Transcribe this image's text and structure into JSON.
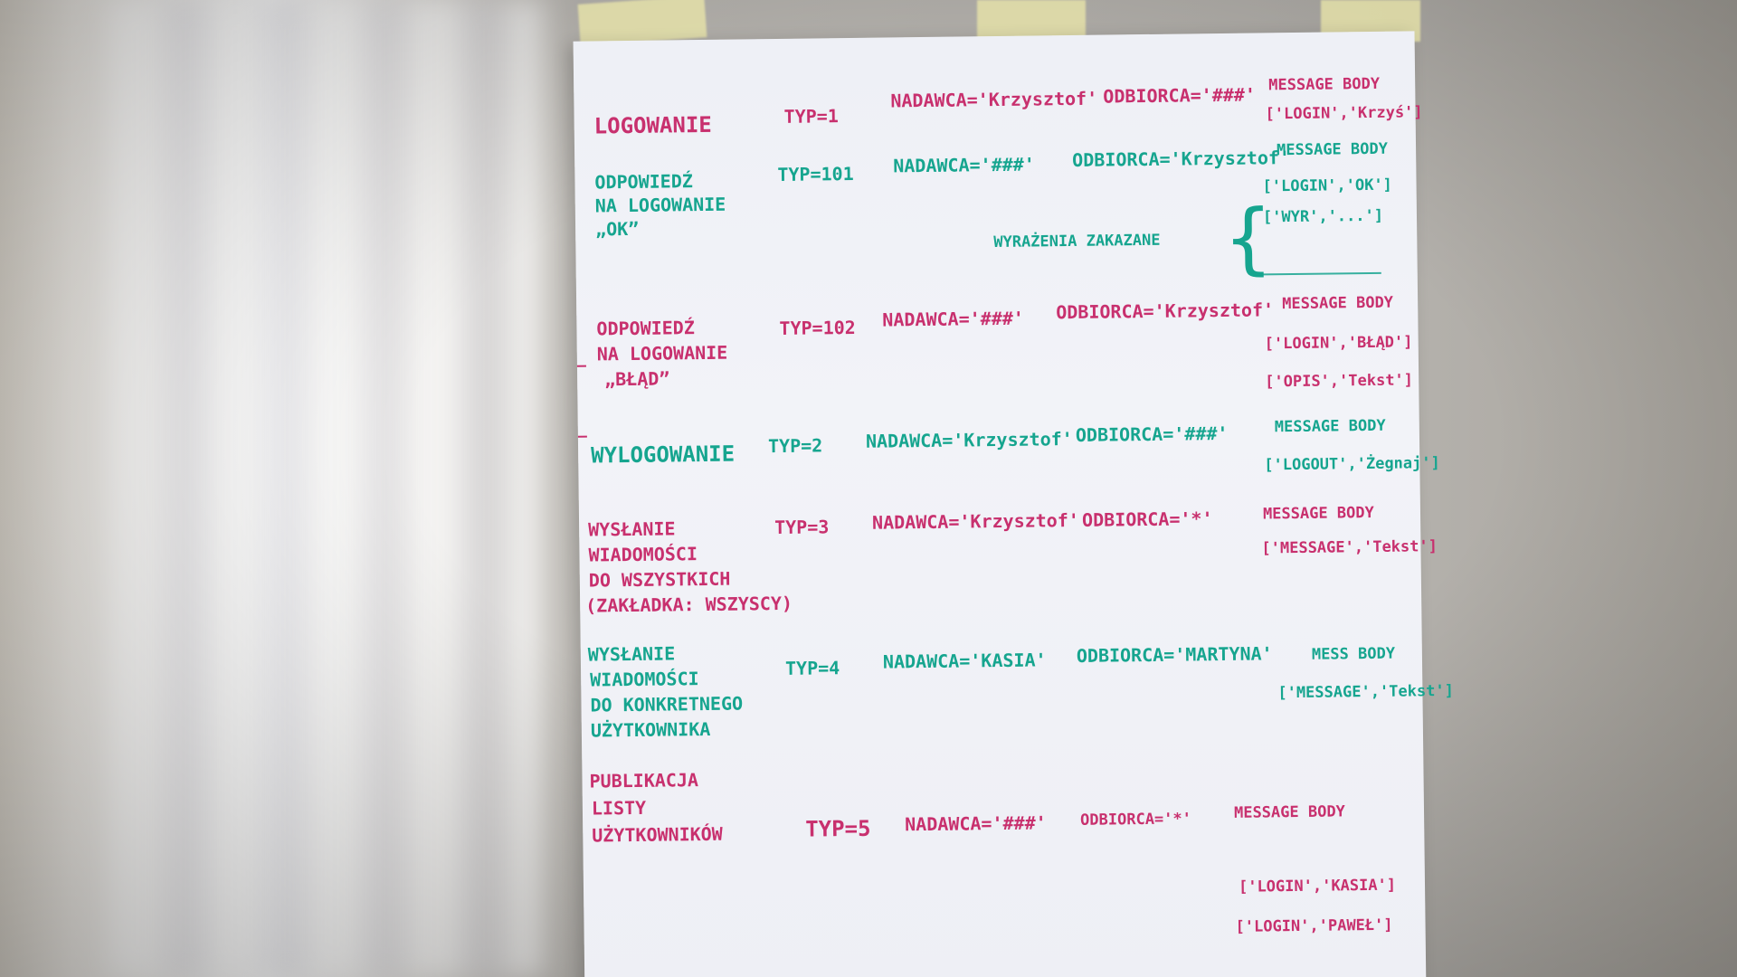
{
  "rows": [
    {
      "label_lines": [
        "LOGOWANIE"
      ],
      "typ": "TYP=1",
      "nadawca": "NADAWCA='Krzysztof'",
      "odbiorca": "ODBIORCA='###'",
      "body_label": "MESSAGE BODY",
      "body_lines": [
        "['LOGIN','Krzyś']"
      ]
    },
    {
      "label_lines": [
        "ODPOWIEDŹ",
        "NA LOGOWANIE",
        "„OK”"
      ],
      "typ": "TYP=101",
      "nadawca": "NADAWCA='###'",
      "odbiorca": "ODBIORCA='Krzysztof'",
      "body_label": "MESSAGE BODY",
      "body_lines": [
        "['LOGIN','OK']",
        "['WYR','...']"
      ],
      "note": "WYRAŻENIA ZAKAZANE"
    },
    {
      "label_lines": [
        "ODPOWIEDŹ",
        "NA LOGOWANIE",
        "„BŁĄD”"
      ],
      "typ": "TYP=102",
      "nadawca": "NADAWCA='###'",
      "odbiorca": "ODBIORCA='Krzysztof'",
      "body_label": "MESSAGE BODY",
      "body_lines": [
        "['LOGIN','BŁĄD']",
        "['OPIS','Tekst']"
      ]
    },
    {
      "label_lines": [
        "WYLOGOWANIE"
      ],
      "typ": "TYP=2",
      "nadawca": "NADAWCA='Krzysztof'",
      "odbiorca": "ODBIORCA='###'",
      "body_label": "MESSAGE BODY",
      "body_lines": [
        "['LOGOUT','Żegnaj']"
      ]
    },
    {
      "label_lines": [
        "WYSŁANIE",
        "WIADOMOŚCI",
        "DO WSZYSTKICH",
        "(ZAKŁADKA: WSZYSCY)"
      ],
      "typ": "TYP=3",
      "nadawca": "NADAWCA='Krzysztof'",
      "odbiorca": "ODBIORCA='*'",
      "body_label": "MESSAGE BODY",
      "body_lines": [
        "['MESSAGE','Tekst']"
      ]
    },
    {
      "label_lines": [
        "WYSŁANIE",
        "WIADOMOŚCI",
        "DO KONKRETNEGO",
        "UŻYTKOWNIKA"
      ],
      "typ": "TYP=4",
      "nadawca": "NADAWCA='KASIA'",
      "odbiorca": "ODBIORCA='MARTYNA'",
      "body_label": "MESS BODY",
      "body_lines": [
        "['MESSAGE','Tekst']"
      ]
    },
    {
      "label_lines": [
        "PUBLIKACJA",
        "LISTY",
        "UŻYTKOWNIKÓW"
      ],
      "typ": "TYP=5",
      "nadawca": "NADAWCA='###'",
      "odbiorca": "ODBIORCA='*'",
      "body_label": "MESSAGE BODY",
      "body_lines": [
        "['LOGIN','KASIA']",
        "['LOGIN','PAWEŁ']"
      ]
    }
  ],
  "colors": {
    "pink": "#c8306e",
    "teal": "#16a58f"
  }
}
